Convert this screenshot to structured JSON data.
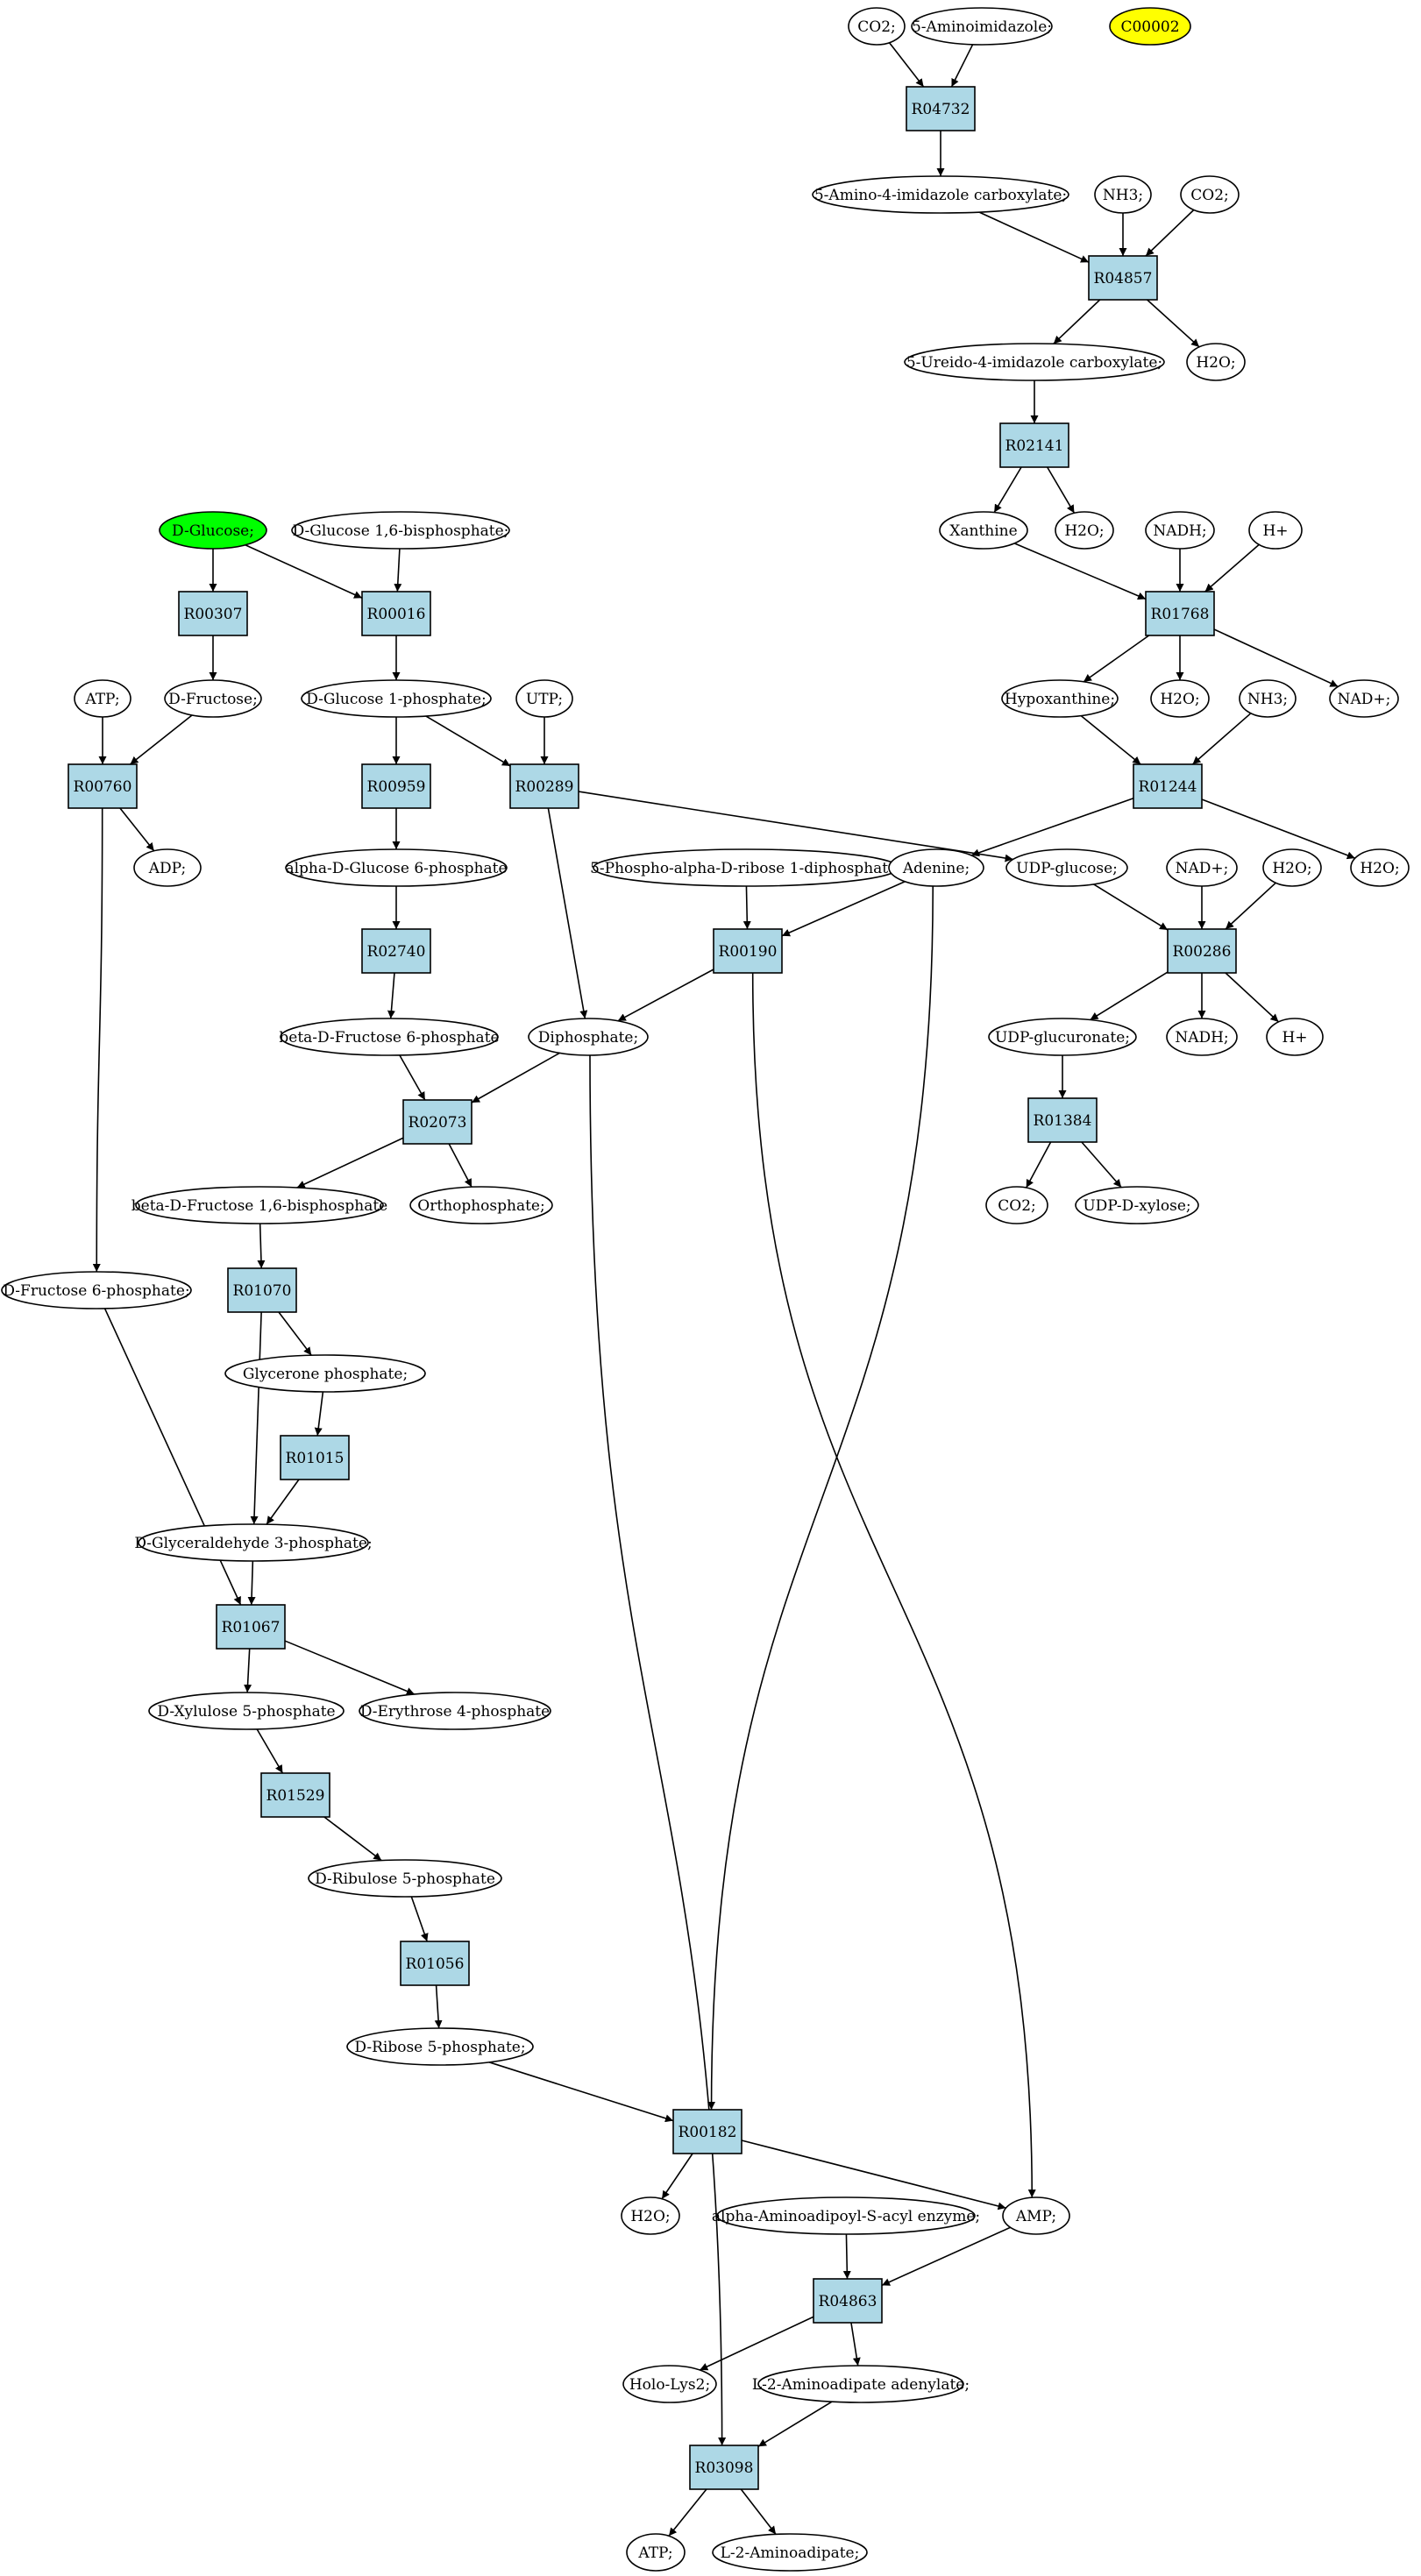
{
  "colors": {
    "reaction_fill": "#add8e6",
    "compound_fill": "#ffffff",
    "start_compound_fill": "#00ff00",
    "target_compound_fill": "#ffff00"
  },
  "nodes": [
    {
      "id": "n_co2_top",
      "kind": "compound",
      "label": "CO2;"
    },
    {
      "id": "n_aminoimid",
      "kind": "compound",
      "label": "5-Aminoimidazole;"
    },
    {
      "id": "n_c00002",
      "kind": "compound",
      "label": "C00002",
      "highlight": "target"
    },
    {
      "id": "r_R04732",
      "kind": "reaction",
      "label": "R04732"
    },
    {
      "id": "n_amino_carbox",
      "kind": "compound",
      "label": "5-Amino-4-imidazole carboxylate;"
    },
    {
      "id": "n_nh3_a",
      "kind": "compound",
      "label": "NH3;"
    },
    {
      "id": "n_co2_b",
      "kind": "compound",
      "label": "CO2;"
    },
    {
      "id": "r_R04857",
      "kind": "reaction",
      "label": "R04857"
    },
    {
      "id": "n_ureido",
      "kind": "compound",
      "label": "5-Ureido-4-imidazole carboxylate;"
    },
    {
      "id": "n_h2o_a",
      "kind": "compound",
      "label": "H2O;"
    },
    {
      "id": "r_R02141",
      "kind": "reaction",
      "label": "R02141"
    },
    {
      "id": "n_xanthine",
      "kind": "compound",
      "label": "Xanthine"
    },
    {
      "id": "n_h2o_b",
      "kind": "compound",
      "label": "H2O;"
    },
    {
      "id": "n_nadh_a",
      "kind": "compound",
      "label": "NADH;"
    },
    {
      "id": "n_hplus_a",
      "kind": "compound",
      "label": "H+"
    },
    {
      "id": "r_R01768",
      "kind": "reaction",
      "label": "R01768"
    },
    {
      "id": "n_hypox",
      "kind": "compound",
      "label": "Hypoxanthine;"
    },
    {
      "id": "n_h2o_c",
      "kind": "compound",
      "label": "H2O;"
    },
    {
      "id": "n_nh3_b",
      "kind": "compound",
      "label": "NH3;"
    },
    {
      "id": "n_nadp_a",
      "kind": "compound",
      "label": "NAD+;"
    },
    {
      "id": "r_R01244",
      "kind": "reaction",
      "label": "R01244"
    },
    {
      "id": "n_h2o_d",
      "kind": "compound",
      "label": "H2O;"
    },
    {
      "id": "n_dglucose",
      "kind": "compound",
      "label": "D-Glucose;",
      "highlight": "start"
    },
    {
      "id": "n_dg16bp",
      "kind": "compound",
      "label": "D-Glucose 1,6-bisphosphate;"
    },
    {
      "id": "r_R00307",
      "kind": "reaction",
      "label": "R00307"
    },
    {
      "id": "r_R00016",
      "kind": "reaction",
      "label": "R00016"
    },
    {
      "id": "n_atp_a",
      "kind": "compound",
      "label": "ATP;"
    },
    {
      "id": "n_dfructose",
      "kind": "compound",
      "label": "D-Fructose;"
    },
    {
      "id": "n_dg1p",
      "kind": "compound",
      "label": "D-Glucose 1-phosphate;"
    },
    {
      "id": "n_utp",
      "kind": "compound",
      "label": "UTP;"
    },
    {
      "id": "r_R00760",
      "kind": "reaction",
      "label": "R00760"
    },
    {
      "id": "r_R00959",
      "kind": "reaction",
      "label": "R00959"
    },
    {
      "id": "r_R00289",
      "kind": "reaction",
      "label": "R00289"
    },
    {
      "id": "n_adp",
      "kind": "compound",
      "label": "ADP;"
    },
    {
      "id": "n_adg6p",
      "kind": "compound",
      "label": "alpha-D-Glucose 6-phosphate"
    },
    {
      "id": "n_prpp",
      "kind": "compound",
      "label": "5-Phospho-alpha-D-ribose 1-diphosphate;"
    },
    {
      "id": "n_adenine",
      "kind": "compound",
      "label": "Adenine;"
    },
    {
      "id": "n_udpglc",
      "kind": "compound",
      "label": "UDP-glucose;"
    },
    {
      "id": "n_nadp_b",
      "kind": "compound",
      "label": "NAD+;"
    },
    {
      "id": "n_h2o_e",
      "kind": "compound",
      "label": "H2O;"
    },
    {
      "id": "r_R02740",
      "kind": "reaction",
      "label": "R02740"
    },
    {
      "id": "r_R00190",
      "kind": "reaction",
      "label": "R00190"
    },
    {
      "id": "r_R00286",
      "kind": "reaction",
      "label": "R00286"
    },
    {
      "id": "n_bdf6p",
      "kind": "compound",
      "label": "beta-D-Fructose 6-phosphate"
    },
    {
      "id": "n_diphosphate",
      "kind": "compound",
      "label": "Diphosphate;"
    },
    {
      "id": "n_udpglcur",
      "kind": "compound",
      "label": "UDP-glucuronate;"
    },
    {
      "id": "n_nadh_b",
      "kind": "compound",
      "label": "NADH;"
    },
    {
      "id": "n_hplus_b",
      "kind": "compound",
      "label": "H+"
    },
    {
      "id": "r_R02073",
      "kind": "reaction",
      "label": "R02073"
    },
    {
      "id": "r_R01384",
      "kind": "reaction",
      "label": "R01384"
    },
    {
      "id": "n_bdf16bp",
      "kind": "compound",
      "label": "beta-D-Fructose 1,6-bisphosphate"
    },
    {
      "id": "n_orthop",
      "kind": "compound",
      "label": "Orthophosphate;"
    },
    {
      "id": "n_co2_c",
      "kind": "compound",
      "label": "CO2;"
    },
    {
      "id": "n_udpxyl",
      "kind": "compound",
      "label": "UDP-D-xylose;"
    },
    {
      "id": "n_df6p",
      "kind": "compound",
      "label": "D-Fructose 6-phosphate;"
    },
    {
      "id": "r_R01070",
      "kind": "reaction",
      "label": "R01070"
    },
    {
      "id": "n_glycp",
      "kind": "compound",
      "label": "Glycerone phosphate;"
    },
    {
      "id": "r_R01015",
      "kind": "reaction",
      "label": "R01015"
    },
    {
      "id": "n_dg3p",
      "kind": "compound",
      "label": "D-Glyceraldehyde 3-phosphate;"
    },
    {
      "id": "r_R01067",
      "kind": "reaction",
      "label": "R01067"
    },
    {
      "id": "n_dx5p",
      "kind": "compound",
      "label": "D-Xylulose 5-phosphate"
    },
    {
      "id": "n_de4p",
      "kind": "compound",
      "label": "D-Erythrose 4-phosphate"
    },
    {
      "id": "r_R01529",
      "kind": "reaction",
      "label": "R01529"
    },
    {
      "id": "n_dru5p",
      "kind": "compound",
      "label": "D-Ribulose 5-phosphate"
    },
    {
      "id": "r_R01056",
      "kind": "reaction",
      "label": "R01056"
    },
    {
      "id": "n_dr5p",
      "kind": "compound",
      "label": "D-Ribose 5-phosphate;"
    },
    {
      "id": "r_R00182",
      "kind": "reaction",
      "label": "R00182"
    },
    {
      "id": "n_h2o_f",
      "kind": "compound",
      "label": "H2O;"
    },
    {
      "id": "n_aaa_enzyme",
      "kind": "compound",
      "label": "alpha-Aminoadipoyl-S-acyl enzyme;"
    },
    {
      "id": "n_amp",
      "kind": "compound",
      "label": "AMP;"
    },
    {
      "id": "r_R04863",
      "kind": "reaction",
      "label": "R04863"
    },
    {
      "id": "n_hololys2",
      "kind": "compound",
      "label": "Holo-Lys2;"
    },
    {
      "id": "n_l2aa_aden",
      "kind": "compound",
      "label": "L-2-Aminoadipate adenylate;"
    },
    {
      "id": "r_R03098",
      "kind": "reaction",
      "label": "R03098"
    },
    {
      "id": "n_atp_b",
      "kind": "compound",
      "label": "ATP;"
    },
    {
      "id": "n_l2aa",
      "kind": "compound",
      "label": "L-2-Aminoadipate;"
    }
  ],
  "edges": [
    [
      "n_co2_top",
      "r_R04732"
    ],
    [
      "n_aminoimid",
      "r_R04732"
    ],
    [
      "r_R04732",
      "n_amino_carbox"
    ],
    [
      "n_amino_carbox",
      "r_R04857"
    ],
    [
      "n_nh3_a",
      "r_R04857"
    ],
    [
      "n_co2_b",
      "r_R04857"
    ],
    [
      "r_R04857",
      "n_ureido"
    ],
    [
      "r_R04857",
      "n_h2o_a"
    ],
    [
      "n_ureido",
      "r_R02141"
    ],
    [
      "r_R02141",
      "n_xanthine"
    ],
    [
      "r_R02141",
      "n_h2o_b"
    ],
    [
      "n_xanthine",
      "r_R01768"
    ],
    [
      "n_nadh_a",
      "r_R01768"
    ],
    [
      "n_hplus_a",
      "r_R01768"
    ],
    [
      "r_R01768",
      "n_hypox"
    ],
    [
      "r_R01768",
      "n_h2o_c"
    ],
    [
      "r_R01768",
      "n_nadp_a"
    ],
    [
      "n_hypox",
      "r_R01244"
    ],
    [
      "n_nh3_b",
      "r_R01244"
    ],
    [
      "r_R01244",
      "n_adenine"
    ],
    [
      "r_R01244",
      "n_h2o_d"
    ],
    [
      "n_dglucose",
      "r_R00307"
    ],
    [
      "n_dglucose",
      "r_R00016"
    ],
    [
      "n_dg16bp",
      "r_R00016"
    ],
    [
      "r_R00307",
      "n_dfructose"
    ],
    [
      "r_R00016",
      "n_dg1p"
    ],
    [
      "n_atp_a",
      "r_R00760"
    ],
    [
      "n_dfructose",
      "r_R00760"
    ],
    [
      "r_R00760",
      "n_adp"
    ],
    [
      "r_R00760",
      "n_df6p"
    ],
    [
      "n_dg1p",
      "r_R00959"
    ],
    [
      "n_dg1p",
      "r_R00289"
    ],
    [
      "n_utp",
      "r_R00289"
    ],
    [
      "r_R00289",
      "n_udpglc"
    ],
    [
      "r_R00289",
      "n_diphosphate"
    ],
    [
      "r_R00959",
      "n_adg6p"
    ],
    [
      "n_adg6p",
      "r_R02740"
    ],
    [
      "r_R02740",
      "n_bdf6p"
    ],
    [
      "n_prpp",
      "r_R00190"
    ],
    [
      "n_adenine",
      "r_R00190"
    ],
    [
      "r_R00190",
      "n_diphosphate"
    ],
    [
      "r_R00190",
      "n_amp"
    ],
    [
      "n_udpglc",
      "r_R00286"
    ],
    [
      "n_nadp_b",
      "r_R00286"
    ],
    [
      "n_h2o_e",
      "r_R00286"
    ],
    [
      "r_R00286",
      "n_udpglcur"
    ],
    [
      "r_R00286",
      "n_nadh_b"
    ],
    [
      "r_R00286",
      "n_hplus_b"
    ],
    [
      "n_udpglcur",
      "r_R01384"
    ],
    [
      "r_R01384",
      "n_co2_c"
    ],
    [
      "r_R01384",
      "n_udpxyl"
    ],
    [
      "n_bdf6p",
      "r_R02073"
    ],
    [
      "n_diphosphate",
      "r_R02073"
    ],
    [
      "r_R02073",
      "n_bdf16bp"
    ],
    [
      "r_R02073",
      "n_orthop"
    ],
    [
      "n_bdf16bp",
      "r_R01070"
    ],
    [
      "r_R01070",
      "n_glycp"
    ],
    [
      "r_R01070",
      "n_dg3p"
    ],
    [
      "n_glycp",
      "r_R01015"
    ],
    [
      "r_R01015",
      "n_dg3p"
    ],
    [
      "n_dg3p",
      "r_R01067"
    ],
    [
      "n_df6p",
      "r_R01067"
    ],
    [
      "r_R01067",
      "n_dx5p"
    ],
    [
      "r_R01067",
      "n_de4p"
    ],
    [
      "n_dx5p",
      "r_R01529"
    ],
    [
      "r_R01529",
      "n_dru5p"
    ],
    [
      "n_dru5p",
      "r_R01056"
    ],
    [
      "r_R01056",
      "n_dr5p"
    ],
    [
      "n_dr5p",
      "r_R00182"
    ],
    [
      "n_adenine",
      "r_R00182"
    ],
    [
      "r_R00182",
      "n_h2o_f"
    ],
    [
      "r_R00182",
      "n_amp"
    ],
    [
      "n_aaa_enzyme",
      "r_R04863"
    ],
    [
      "n_amp",
      "r_R04863"
    ],
    [
      "r_R04863",
      "n_hololys2"
    ],
    [
      "r_R04863",
      "n_l2aa_aden"
    ],
    [
      "n_l2aa_aden",
      "r_R03098"
    ],
    [
      "n_diphosphate",
      "r_R03098"
    ],
    [
      "r_R03098",
      "n_atp_b"
    ],
    [
      "r_R03098",
      "n_l2aa"
    ]
  ]
}
